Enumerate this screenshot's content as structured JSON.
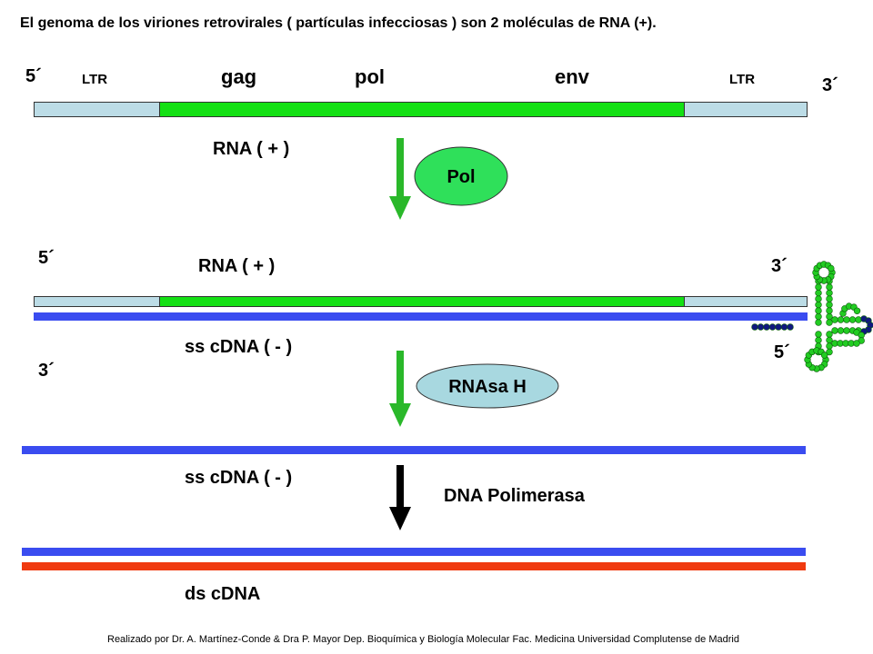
{
  "title": "El genoma de los viriones retrovirales ( partículas infecciosas ) son 2 moléculas de RNA (+).",
  "genome": {
    "five_prime": "5´",
    "three_prime": "3´",
    "ltr_left": "LTR",
    "ltr_right": "LTR",
    "gag": "gag",
    "pol": "pol",
    "env": "env",
    "strand_label": "RNA ( + )"
  },
  "step1": {
    "enzyme": "Pol"
  },
  "hybrid": {
    "five_prime_top": "5´",
    "three_prime_top": "3´",
    "rna_label": "RNA ( + )",
    "cdna_label": "ss cDNA ( - )",
    "three_prime_bottom": "3´",
    "five_prime_bottom": "5´"
  },
  "step2": {
    "enzyme": "RNAsa H"
  },
  "single_strand": {
    "label": "ss cDNA ( - )"
  },
  "step3": {
    "enzyme": "DNA Polimerasa"
  },
  "double_strand": {
    "label": "ds cDNA"
  },
  "footer": "Realizado por Dr. A. Martínez-Conde  & Dra P. Mayor Dep. Bioquímica y Biología Molecular Fac. Medicina Universidad Complutense de Madrid",
  "colors": {
    "ltr": "#bcdce6",
    "rna_genes": "#14e014",
    "cdna_minus": "#3a4cf0",
    "cdna_plus": "#f03a10",
    "arrow_green": "#2ab82a",
    "arrow_black": "#000000",
    "pol_ellipse": "#2fe05a",
    "rnasa_ellipse": "#a8d8e0",
    "trna_beads": "#22cc22",
    "trna_dark_beads": "#101880"
  }
}
